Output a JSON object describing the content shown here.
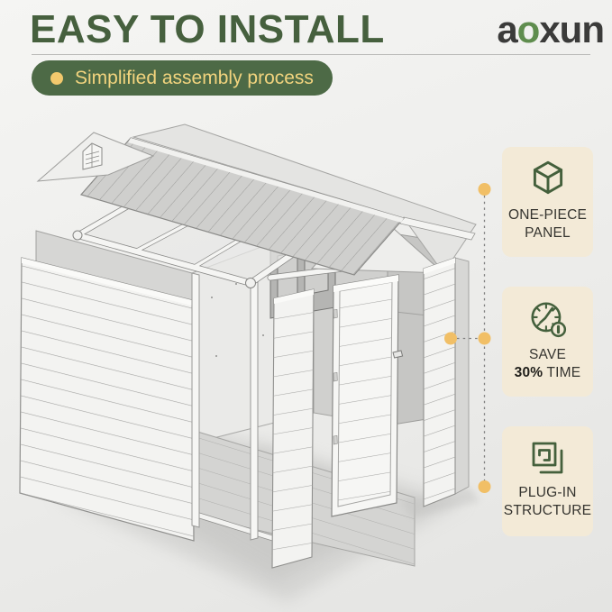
{
  "header": {
    "title": "EASY TO INSTALL",
    "logo": {
      "prefix": "a",
      "accent": "o",
      "suffix": "xun"
    }
  },
  "badge": {
    "label": "Simplified assembly process"
  },
  "features": [
    {
      "icon": "cube-icon",
      "line1": "ONE-PIECE",
      "line2": "PANEL"
    },
    {
      "icon": "stopwatch-icon",
      "line1": "SAVE",
      "line2_strong": "30%",
      "line2_rest": " TIME"
    },
    {
      "icon": "overlapping-squares-icon",
      "line1": "PLUG-IN",
      "line2": "STRUCTURE"
    }
  ],
  "illustration": {
    "subject": "exploded storage shed assembly"
  },
  "colors": {
    "headline_green": "#46603e",
    "badge_green": "#4d6a46",
    "badge_text_yellow": "#f2d47e",
    "badge_dot_yellow": "#f2c96d",
    "connector_dot_yellow": "#f1bf66",
    "card_cream": "#f3ead7",
    "icon_green": "#44603c",
    "logo_accent_green": "#5f8d4e",
    "background_gray": "#ececea"
  }
}
